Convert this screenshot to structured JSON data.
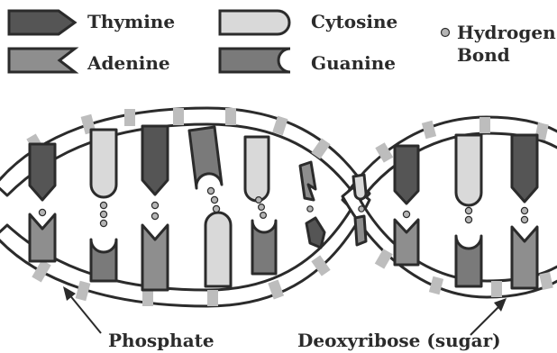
{
  "legend": {
    "thymine": "Thymine",
    "adenine": "Adenine",
    "cytosine": "Cytosine",
    "guanine": "Guanine",
    "hydrogen_line1": "Hydrogen",
    "hydrogen_line2": "Bond"
  },
  "labels": {
    "phosphate": "Phosphate",
    "deoxyribose": "Deoxyribose (sugar)"
  },
  "colors": {
    "outline": "#2b2b2b",
    "thymine": "#555555",
    "adenine": "#8e8e8e",
    "cytosine": "#d9d9d9",
    "guanine": "#7a7a7a",
    "phosphate_band": "#bdbdbd",
    "hydrogen_bond": "#b5b5b5"
  }
}
